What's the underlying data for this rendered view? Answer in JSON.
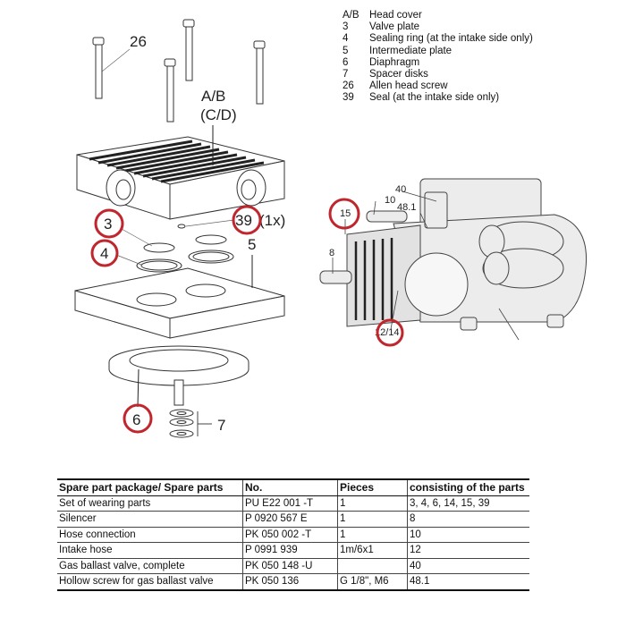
{
  "legend": [
    {
      "key": "A/B",
      "label": "Head cover"
    },
    {
      "key": "3",
      "label": "Valve plate"
    },
    {
      "key": "4",
      "label": "Sealing ring (at the intake side only)"
    },
    {
      "key": "5",
      "label": "Intermediate plate"
    },
    {
      "key": "6",
      "label": "Diaphragm"
    },
    {
      "key": "7",
      "label": "Spacer disks"
    },
    {
      "key": "26",
      "label": "Allen head screw"
    },
    {
      "key": "39",
      "label": "Seal (at the intake side only)"
    }
  ],
  "exploded_view": {
    "labels": {
      "screw": "26",
      "head_cover": "A/B",
      "head_cover_alt": "(C/D)",
      "valve_plate": "3",
      "sealing_ring": "4",
      "seal": "39",
      "seal_qty": "(1x)",
      "intermediate_plate": "5",
      "diaphragm": "6",
      "spacer_disks": "7"
    }
  },
  "pump_view": {
    "labels": {
      "gas_ballast": "40",
      "hose_connection": "10",
      "hollow_screw": "48.1",
      "part15": "15",
      "silencer": "8",
      "part12_14": "12/14"
    }
  },
  "highlight_color": "#c0262d",
  "table": {
    "headers": [
      "Spare part package/ Spare parts",
      "No.",
      "Pieces",
      "consisting of the parts"
    ],
    "rows": [
      [
        "Set of wearing parts",
        "PU E22 001 -T",
        "1",
        "3, 4, 6, 14, 15, 39"
      ],
      [
        "Silencer",
        "P 0920 567 E",
        "1",
        "8"
      ],
      [
        "Hose connection",
        "PK 050 002 -T",
        "1",
        "10"
      ],
      [
        "Intake hose",
        "P 0991 939",
        "1m/6x1",
        "12"
      ],
      [
        "Gas ballast valve, complete",
        "PK 050 148 -U",
        "",
        "40"
      ],
      [
        "Hollow screw for gas ballast valve",
        "PK 050 136",
        "G 1/8\", M6",
        "48.1"
      ]
    ]
  }
}
